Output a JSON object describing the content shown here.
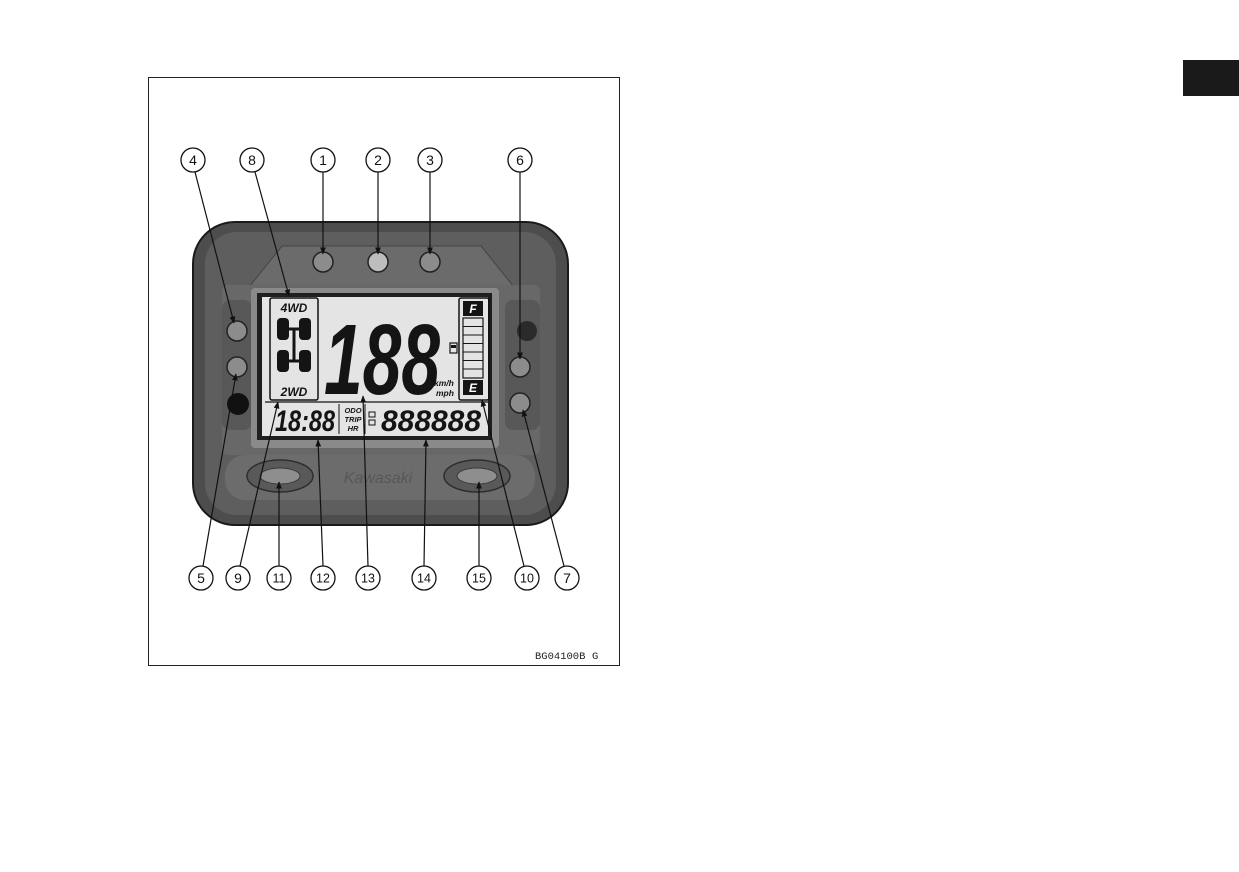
{
  "figure": {
    "callouts": [
      "4",
      "8",
      "1",
      "2",
      "3",
      "6",
      "5",
      "9",
      "11",
      "12",
      "13",
      "14",
      "15",
      "10",
      "7"
    ],
    "display": {
      "drive_4wd": "4WD",
      "drive_2wd": "2WD",
      "speed": "188",
      "unit_kmh": "km/h",
      "unit_mph": "mph",
      "fuel_full": "F",
      "fuel_empty": "E",
      "clock": "18:88",
      "mode_odo": "ODO",
      "mode_trip": "TRIP",
      "mode_hr": "HR",
      "odometer": "888888"
    },
    "brand": "Kawasaki",
    "caption": {
      "code": "BG04100B",
      "suffix": "G"
    }
  },
  "colors": {
    "bezel": "#4d4d4d",
    "lcd_background": "#e4e4e4",
    "page_tab": "#1a1a1a"
  },
  "icons": [
    "4wd-chassis-icon",
    "fuel-pump-icon"
  ]
}
